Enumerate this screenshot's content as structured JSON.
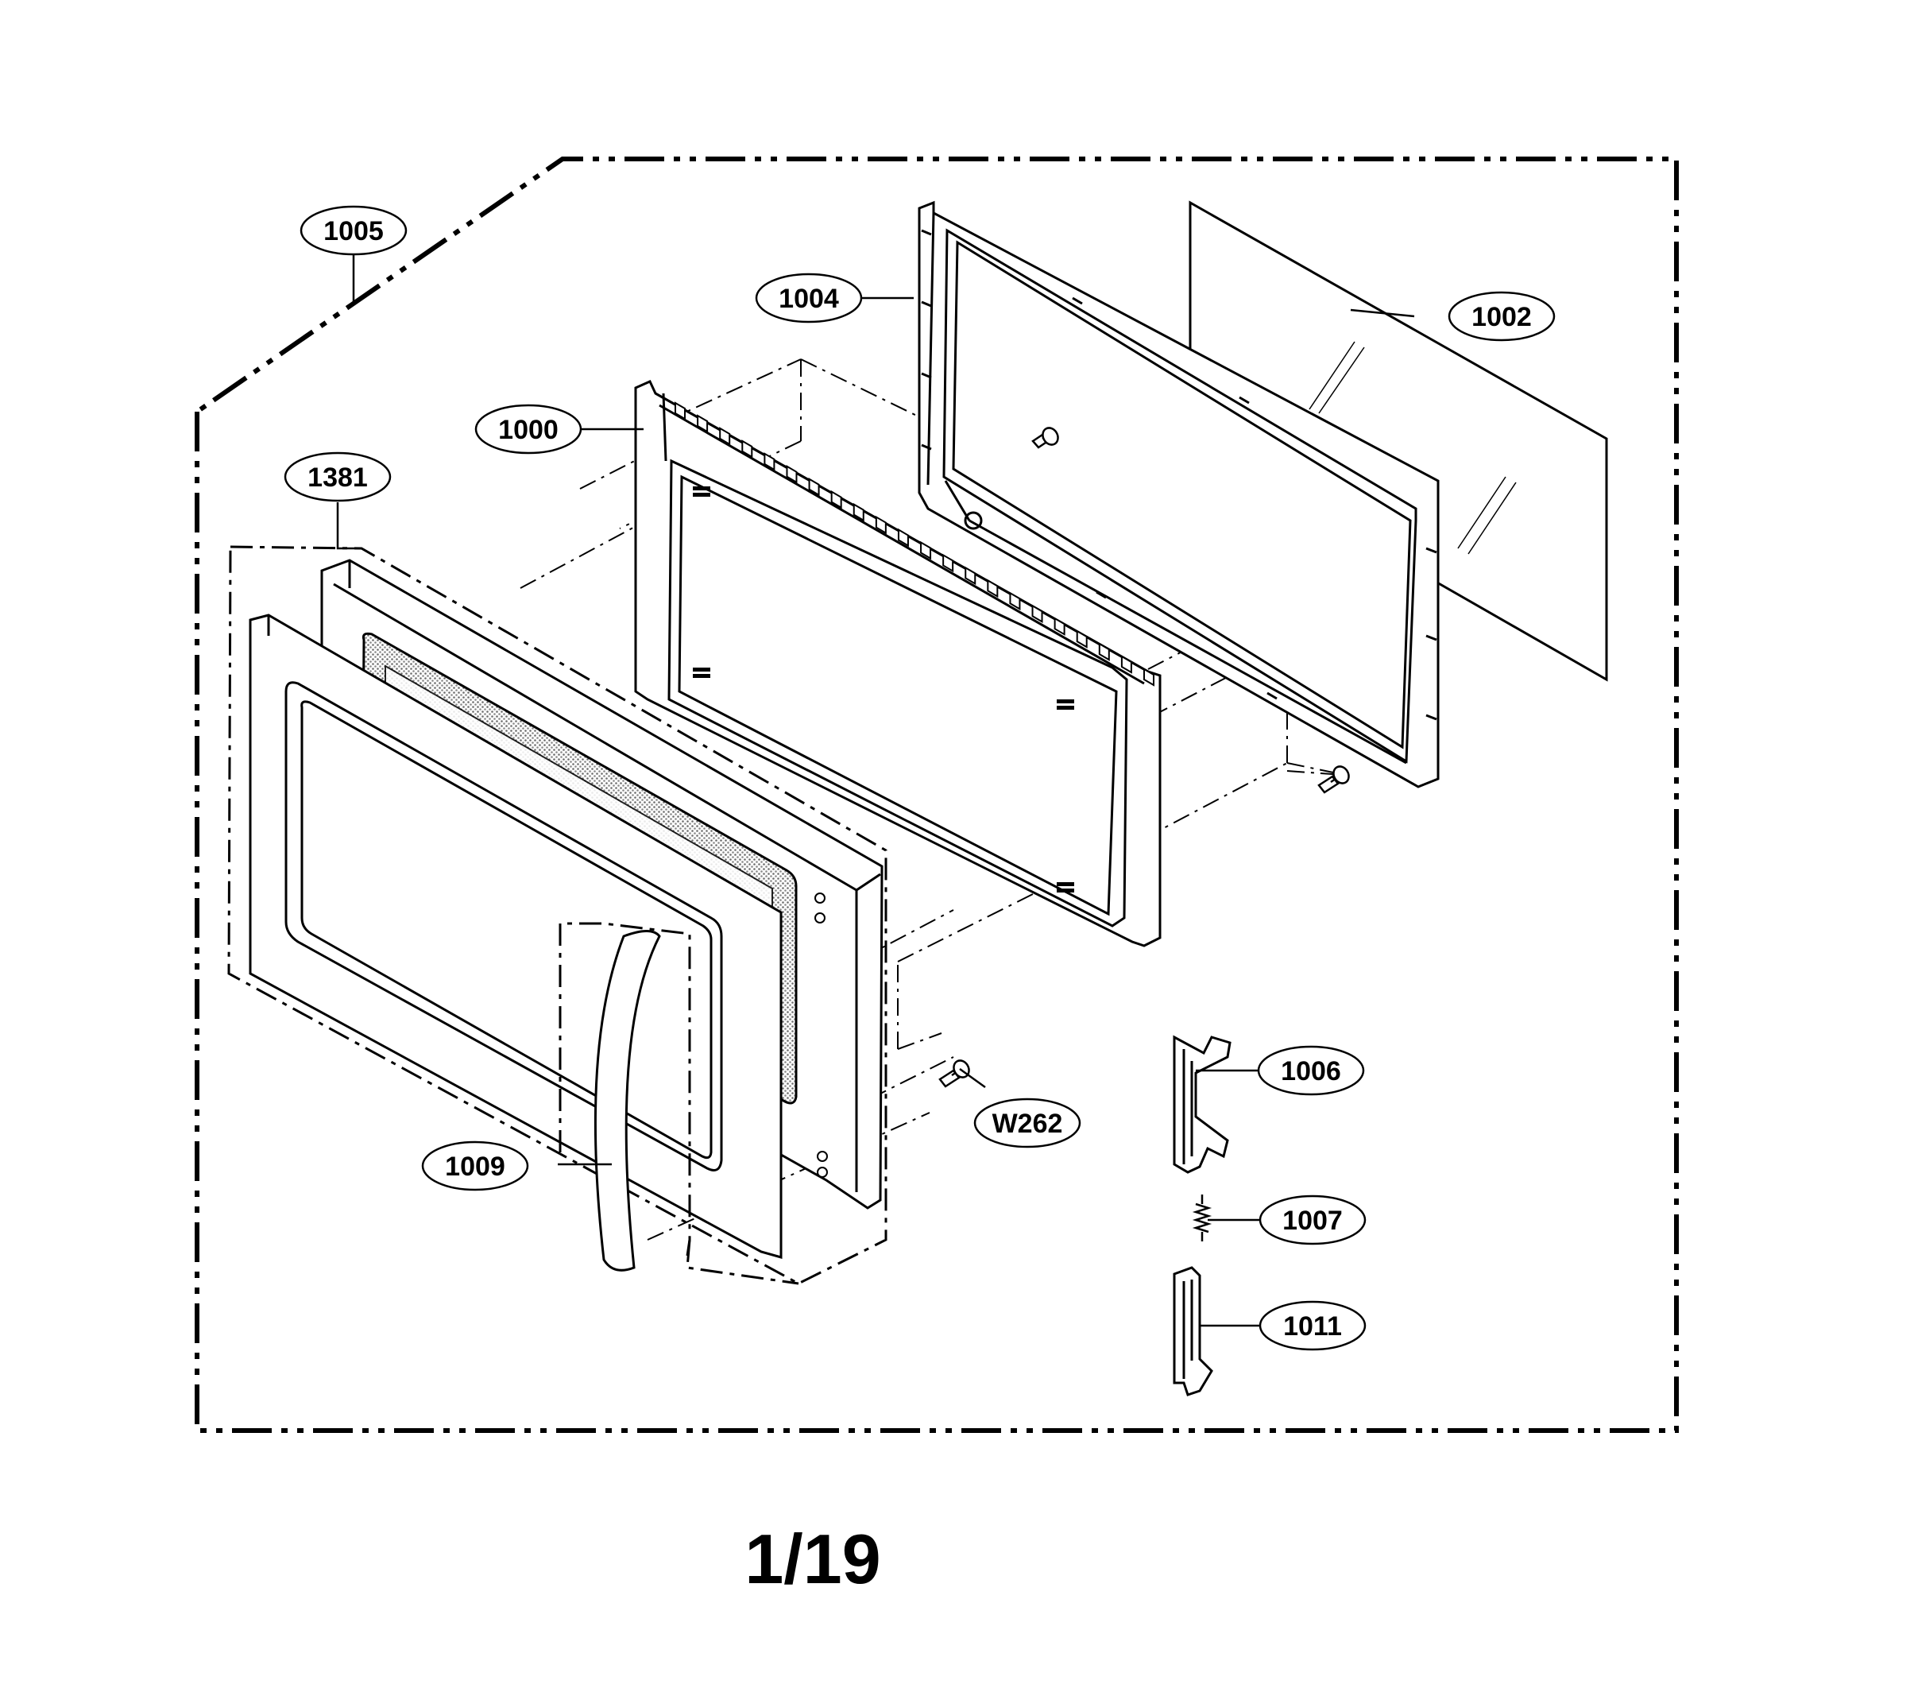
{
  "diagram": {
    "page_number": "1/19",
    "labels": [
      {
        "id": "1005",
        "text": "1005"
      },
      {
        "id": "1004",
        "text": "1004"
      },
      {
        "id": "1002",
        "text": "1002"
      },
      {
        "id": "1000",
        "text": "1000"
      },
      {
        "id": "1381",
        "text": "1381"
      },
      {
        "id": "1006",
        "text": "1006"
      },
      {
        "id": "W262",
        "text": "W262"
      },
      {
        "id": "1009",
        "text": "1009"
      },
      {
        "id": "1007",
        "text": "1007"
      },
      {
        "id": "1011",
        "text": "1011"
      }
    ],
    "colors": {
      "line": "#000000",
      "mesh": "#b5b5b5",
      "background": "#ffffff"
    }
  }
}
